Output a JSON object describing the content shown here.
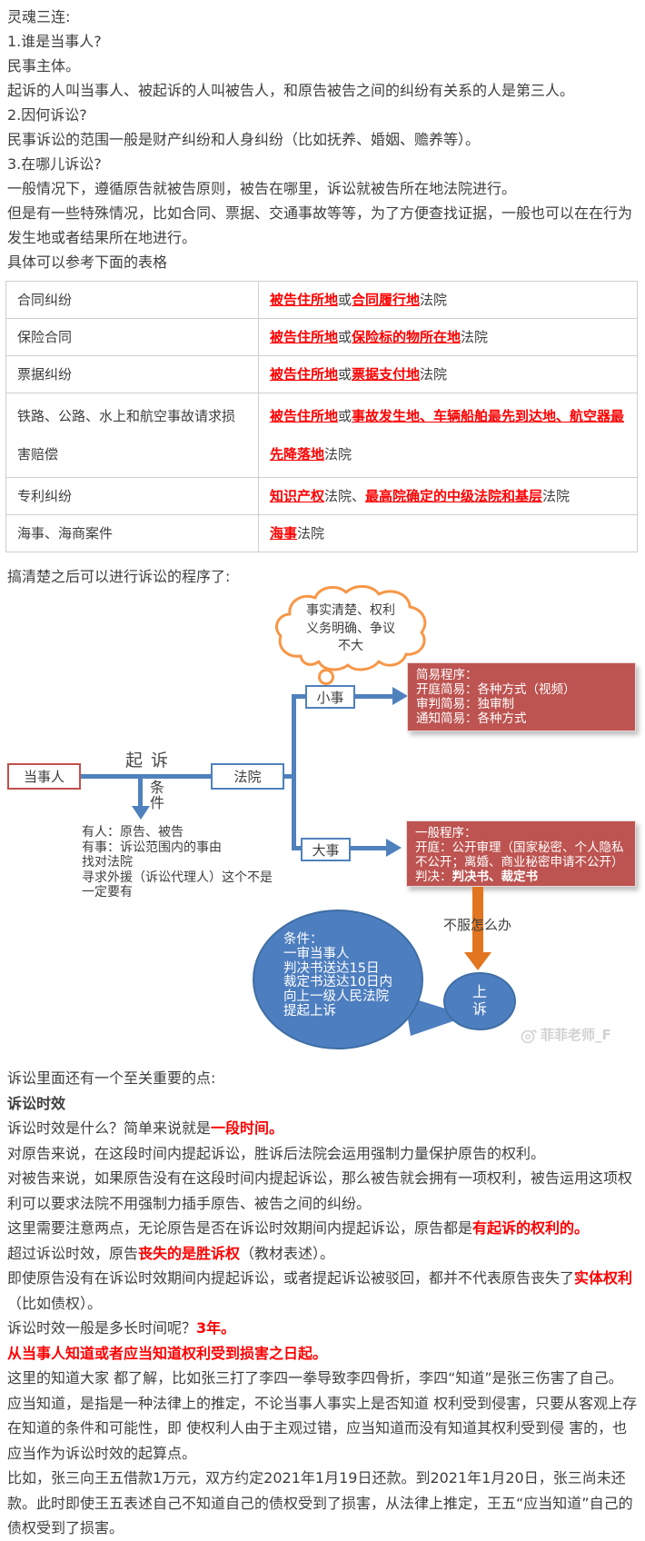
{
  "colors": {
    "body_text": "#3e3e3e",
    "red_emphasis": "#fe0000",
    "diagram_blue": "#4f81bd",
    "diagram_red_box": "#bd5451",
    "party_box_border": "#c0504d",
    "cloud_orange": "#f79646",
    "orange_arrow": "#e2751f",
    "table_border": "#cfcfcf",
    "watermark_gray": "#d2d2d2"
  },
  "intro": [
    [
      {
        "t": "灵魂三连:"
      }
    ],
    [
      {
        "t": "1.谁是当事人?"
      }
    ],
    [
      {
        "t": "民事主体。"
      }
    ],
    [
      {
        "t": "起诉的人叫当事人、被起诉的人叫被告人，和原告被告之间的纠纷有关系的人是第三人。"
      }
    ],
    [
      {
        "t": "2.因何诉讼?"
      }
    ],
    [
      {
        "t": "民事诉讼的范围一般是财产纠纷和人身纠纷（比如抚养、婚姻、赡养等）。"
      }
    ],
    [
      {
        "t": "3.在哪儿诉讼?"
      }
    ],
    [
      {
        "t": "一般情况下，遵循原告就被告原则，被告在哪里，诉讼就被告所在地法院进行。"
      }
    ],
    [
      {
        "t": "但是有一些特殊情况，比如合同、票据、交通事故等等，为了方便查找证据，一般也可以在在行为发生地或者结果所在地进行。"
      }
    ],
    [
      {
        "t": "具体可以参考下面的表格"
      }
    ]
  ],
  "table": {
    "rows": [
      {
        "c1": "合同纠纷",
        "c2": [
          {
            "t": "被告住所地",
            "s": "link"
          },
          {
            "t": "或"
          },
          {
            "t": "合同履行地",
            "s": "link"
          },
          {
            "t": "法院"
          }
        ]
      },
      {
        "c1": "保险合同",
        "c2": [
          {
            "t": "被告住所地",
            "s": "link"
          },
          {
            "t": "或"
          },
          {
            "t": "保险标的物所在地",
            "s": "link"
          },
          {
            "t": "法院"
          }
        ]
      },
      {
        "c1": "票据纠纷",
        "c2": [
          {
            "t": "被告住所地",
            "s": "link"
          },
          {
            "t": "或"
          },
          {
            "t": "票据支付地",
            "s": "link"
          },
          {
            "t": "法院"
          }
        ]
      },
      {
        "c1": "铁路、公路、水上和航空事故请求损害赔偿",
        "c2": [
          {
            "t": "被告住所地",
            "s": "link"
          },
          {
            "t": "或"
          },
          {
            "t": "事故发生地、车辆船舶最先到达地、航空器最先降落地",
            "s": "link"
          },
          {
            "t": "法院"
          }
        ]
      },
      {
        "c1": "专利纠纷",
        "c2": [
          {
            "t": "知识产权",
            "s": "link"
          },
          {
            "t": "法院、"
          },
          {
            "t": "最高院确定的中级法院和基层",
            "s": "link"
          },
          {
            "t": "法院"
          }
        ]
      },
      {
        "c1": "海事、海商案件",
        "c2": [
          {
            "t": "海事",
            "s": "link"
          },
          {
            "t": "法院"
          }
        ]
      }
    ]
  },
  "after_table": "搞清楚之后可以进行诉讼的程序了:",
  "diagram": {
    "cloud_lines": [
      "事实清楚、权利",
      "义务明确、争议",
      "不大"
    ],
    "party_label": "当事人",
    "sue_label": "起诉",
    "court_label": "法院",
    "condition_label": "条件",
    "condition_lines": [
      "有人：原告、被告",
      "有事：诉讼范围内的事由",
      "找对法院",
      "寻求外援（诉讼代理人）这个不是",
      "一定要有"
    ],
    "small_label": "小事",
    "big_label": "大事",
    "simple_box_lines": [
      "简易程序：",
      "开庭简易：各种方式（视频）",
      "审判简易：独审制",
      "通知简易：各种方式"
    ],
    "general_box_lines": [
      [
        {
          "t": "一般程序："
        }
      ],
      [
        {
          "t": "开庭：公开审理（国家秘密、个人隐私不公开；离婚、商业秘密申请不公开）"
        }
      ],
      [
        {
          "t": "判决："
        },
        {
          "t": "判决书、裁定书",
          "s": "b"
        }
      ]
    ],
    "appeal_question": "不服怎么办",
    "appeal_label": "上诉",
    "bubble_lines": [
      "条件：",
      "一审当事人",
      "判决书送达15日",
      "裁定书送达10日内",
      "向上一级人民法院",
      "提起上诉"
    ],
    "watermark": "菲菲老师_F"
  },
  "outro": [
    [
      {
        "t": "诉讼里面还有一个至关重要的点:"
      }
    ],
    [
      {
        "t": "诉讼时效",
        "s": "b"
      }
    ],
    [
      {
        "t": "诉讼时效是什么？简单来说就是"
      },
      {
        "t": "一段时间。",
        "s": "rb"
      }
    ],
    [
      {
        "t": "对原告来说，在这段时间内提起诉讼，胜诉后法院会运用强制力量保护原告的权利。"
      }
    ],
    [
      {
        "t": "对被告来说，如果原告没有在这段时间内提起诉讼，那么被告就会拥有一项权利，被告运用这项权利可以要求法院不用强制力插手原告、被告之间的纠纷。"
      }
    ],
    [
      {
        "t": "这里需要注意两点，无论原告是否在诉讼时效期间内提起诉讼，原告都是"
      },
      {
        "t": "有起诉的权利的。",
        "s": "rb"
      }
    ],
    [
      {
        "t": "超过诉讼时效，原告"
      },
      {
        "t": "丧失的是胜诉权",
        "s": "rb"
      },
      {
        "t": "（教材表述）。"
      }
    ],
    [
      {
        "t": "即使原告没有在诉讼时效期间内提起诉讼，或者提起诉讼被驳回，都并不代表原告丧失了"
      },
      {
        "t": "实体权利",
        "s": "rb"
      },
      {
        "t": "（比如债权）。"
      }
    ],
    [
      {
        "t": "诉讼时效一般是多长时间呢？"
      },
      {
        "t": "3年。",
        "s": "rb"
      }
    ],
    [
      {
        "t": "从当事人知道或者应当知道权利受到损害之日起。",
        "s": "rb"
      }
    ],
    [
      {
        "t": "这里的知道大家 都了解，比如张三打了李四一拳导致李四骨折，李四“知道”是张三伤害了自己。"
      }
    ],
    [
      {
        "t": "应当知道，是指是一种法律上的推定，不论当事人事实上是否知道 权利受到侵害，只要从客观上存在知道的条件和可能性，即 使权利人由于主观过错，应当知道而没有知道其权利受到侵 害的，也应当作为诉讼时效的起算点。"
      }
    ],
    [
      {
        "t": "比如，张三向王五借款1万元，双方约定2021年1月19日还款。到2021年1月20日，张三尚未还款。此时即使王五表述自己不知道自己的债权受到了损害，从法律上推定，王五“应当知道”自己的债权受到了损害。"
      }
    ]
  ]
}
